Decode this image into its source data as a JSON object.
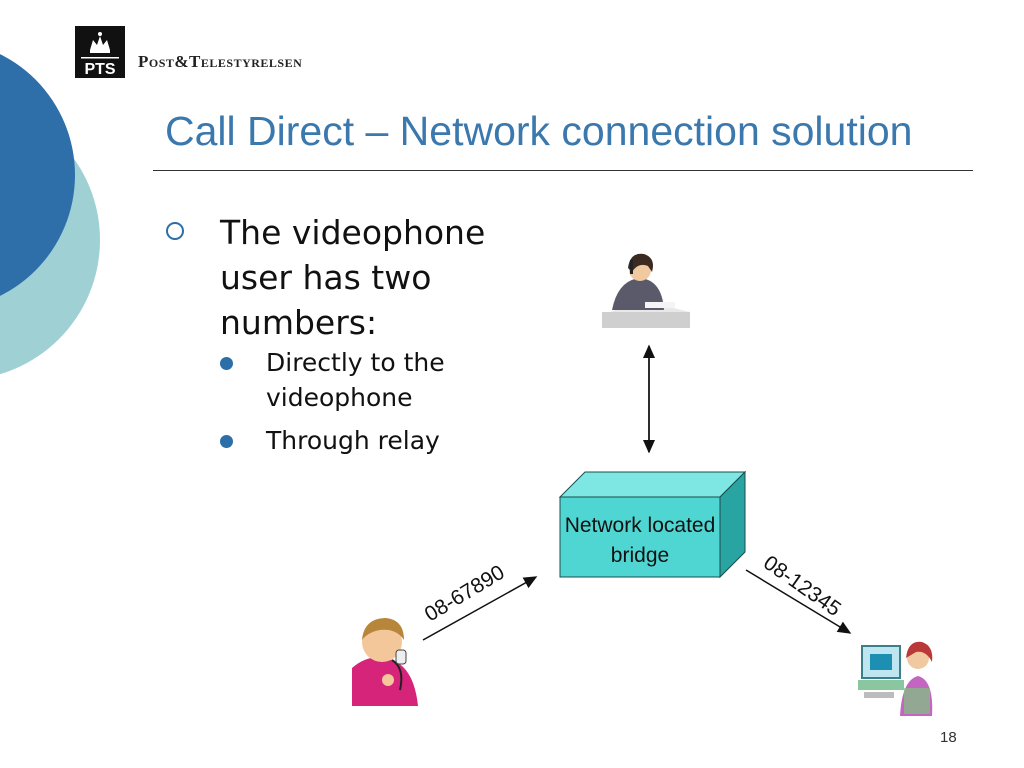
{
  "header": {
    "logo_mark": "PTS",
    "logo_text": "Post&Telestyrelsen"
  },
  "slide": {
    "title": "Call Direct – Network connection solution",
    "bullet_main": "The videophone user has two numbers:",
    "sub_bullets": [
      "Directly to the videophone",
      "Through relay"
    ],
    "slide_number": "18"
  },
  "diagram": {
    "bridge_label": "Network located bridge",
    "left_number": "08-67890",
    "right_number": "08-12345"
  },
  "colors": {
    "title": "#3a78ad",
    "deco_dark_blue": "#2e6faa",
    "deco_light_teal": "#9fd0d4",
    "bridge_front": "#4fd6d2",
    "bridge_side": "#28a5a3",
    "bullet": "#2c6ea8"
  },
  "icons": [
    "woman-at-desk-icon",
    "boy-on-phone-icon",
    "woman-at-computer-icon",
    "crown-icon"
  ]
}
